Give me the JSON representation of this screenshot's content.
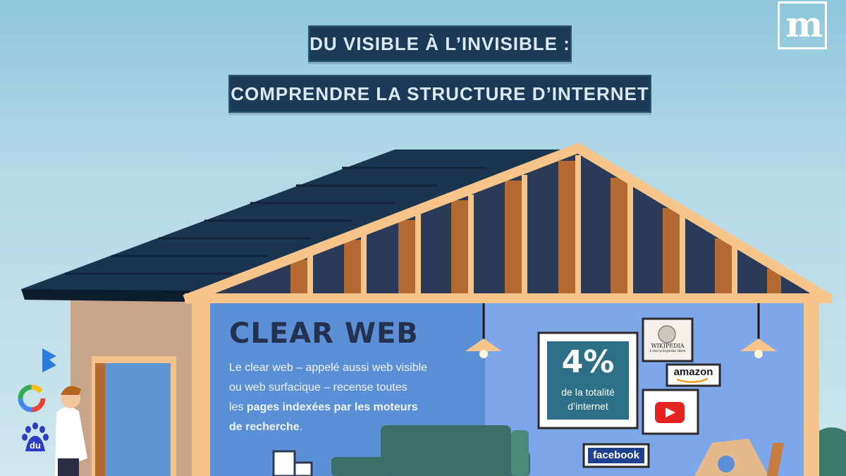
{
  "header": {
    "title_line1": "DU VISIBLE À L’INVISIBLE :",
    "title_line2": "COMPRENDRE LA STRUCTURE D’INTERNET"
  },
  "logo": {
    "text": "m"
  },
  "clear_web": {
    "title": "CLEAR WEB",
    "desc_line1": "Le clear web – appelé aussi web visible",
    "desc_line2": "ou web surfacique – recense toutes",
    "desc_line3_prefix": "les ",
    "desc_line3_bold": "pages indexées par les moteurs",
    "desc_line4_bold": "de recherche",
    "desc_line4_suffix": "."
  },
  "stat": {
    "value": "4%",
    "label_line1": "de la totalité",
    "label_line2": "d’internet"
  },
  "brands": {
    "amazon": "amazon",
    "facebook": "facebook",
    "wikipedia": "WIKIPEDIA",
    "wikipedia_sub": "L'encyclopédie libre",
    "baidu": "du"
  },
  "icons": [
    "bing-icon",
    "google-icon",
    "baidu-icon",
    "youtube-icon",
    "wikipedia-icon"
  ],
  "colors": {
    "roof": "#1a3550",
    "wood": "#f7c48a",
    "wall_left": "#5b8fd6",
    "wall_right": "#7ea6ea",
    "title_bg": "#1b3a57"
  }
}
